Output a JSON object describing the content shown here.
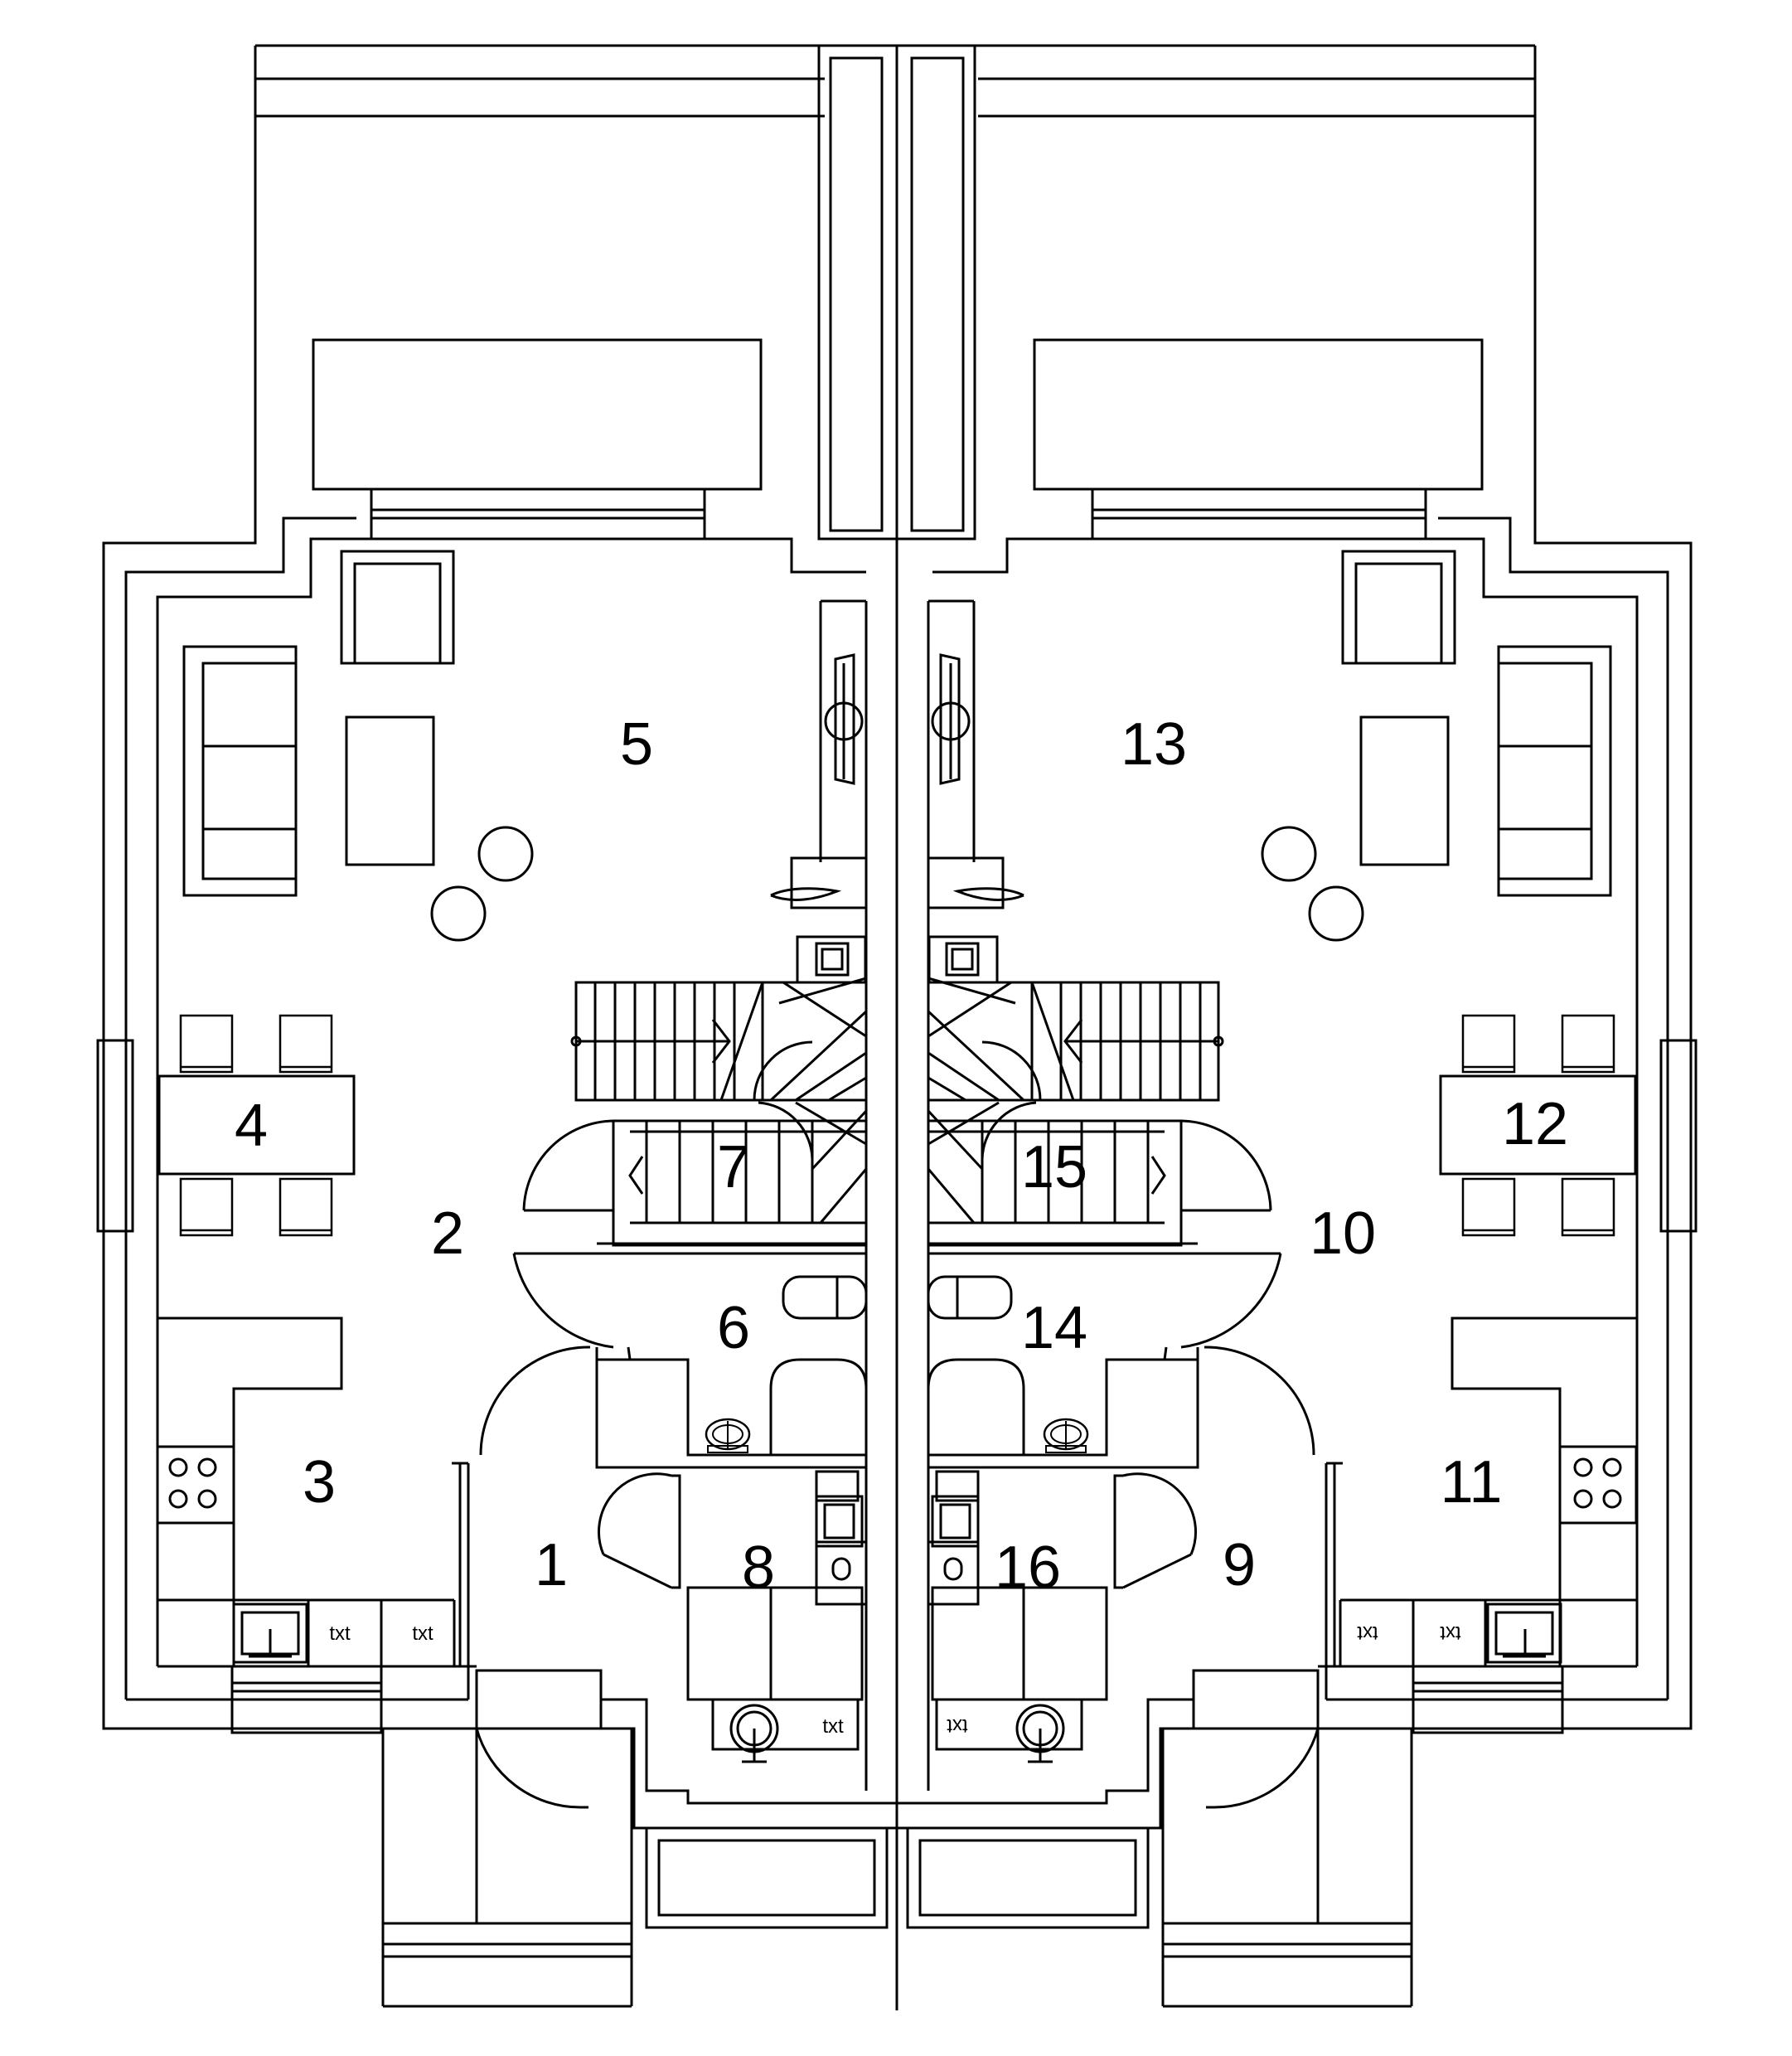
{
  "rooms": [
    {
      "id": "1",
      "label": "1"
    },
    {
      "id": "2",
      "label": "2"
    },
    {
      "id": "3",
      "label": "3"
    },
    {
      "id": "4",
      "label": "4"
    },
    {
      "id": "5",
      "label": "5"
    },
    {
      "id": "6",
      "label": "6"
    },
    {
      "id": "7",
      "label": "7"
    },
    {
      "id": "8",
      "label": "8"
    },
    {
      "id": "9",
      "label": "9"
    },
    {
      "id": "10",
      "label": "10"
    },
    {
      "id": "11",
      "label": "11"
    },
    {
      "id": "12",
      "label": "12"
    },
    {
      "id": "13",
      "label": "13"
    },
    {
      "id": "14",
      "label": "14"
    },
    {
      "id": "15",
      "label": "15"
    },
    {
      "id": "16",
      "label": "16"
    }
  ],
  "appliance_labels": [
    "txt",
    "txt",
    "txt",
    "txt",
    "txt",
    "txt"
  ],
  "colors": {
    "line": "#000000",
    "background": "#ffffff"
  }
}
